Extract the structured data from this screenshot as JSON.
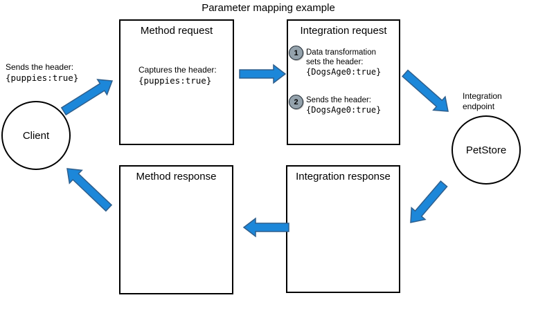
{
  "title": "Parameter mapping example",
  "client": {
    "label": "Client",
    "note_text": "Sends the header:",
    "note_code": "{puppies:true}"
  },
  "endpoint": {
    "label": "PetStore",
    "note_line1": "Integration",
    "note_line2": "endpoint"
  },
  "method_request": {
    "title": "Method request",
    "body_text": "Captures the header:",
    "body_code": "{puppies:true}"
  },
  "integration_request": {
    "title": "Integration request",
    "step1": {
      "number": "1",
      "line1": "Data transformation",
      "line2": "sets the header:",
      "code": "{DogsAge0:true}"
    },
    "step2": {
      "number": "2",
      "line1": "Sends the header:",
      "code": "{DogsAge0:true}"
    }
  },
  "integration_response": {
    "title": "Integration response"
  },
  "method_response": {
    "title": "Method response"
  },
  "arrows": [
    {
      "name": "client-to-method-request"
    },
    {
      "name": "method-request-to-integration-request"
    },
    {
      "name": "integration-request-to-endpoint"
    },
    {
      "name": "endpoint-to-integration-response"
    },
    {
      "name": "integration-response-to-method-response"
    },
    {
      "name": "method-response-to-client"
    }
  ],
  "colors": {
    "background": "#FFFFFF",
    "text_color": "#000000",
    "node_border": "#000000",
    "arrow_fill": "#1C87D9",
    "arrow_stroke": "#2E5E8C",
    "badge_fill": "#94A2AC",
    "badge_stroke": "#1A242E"
  }
}
